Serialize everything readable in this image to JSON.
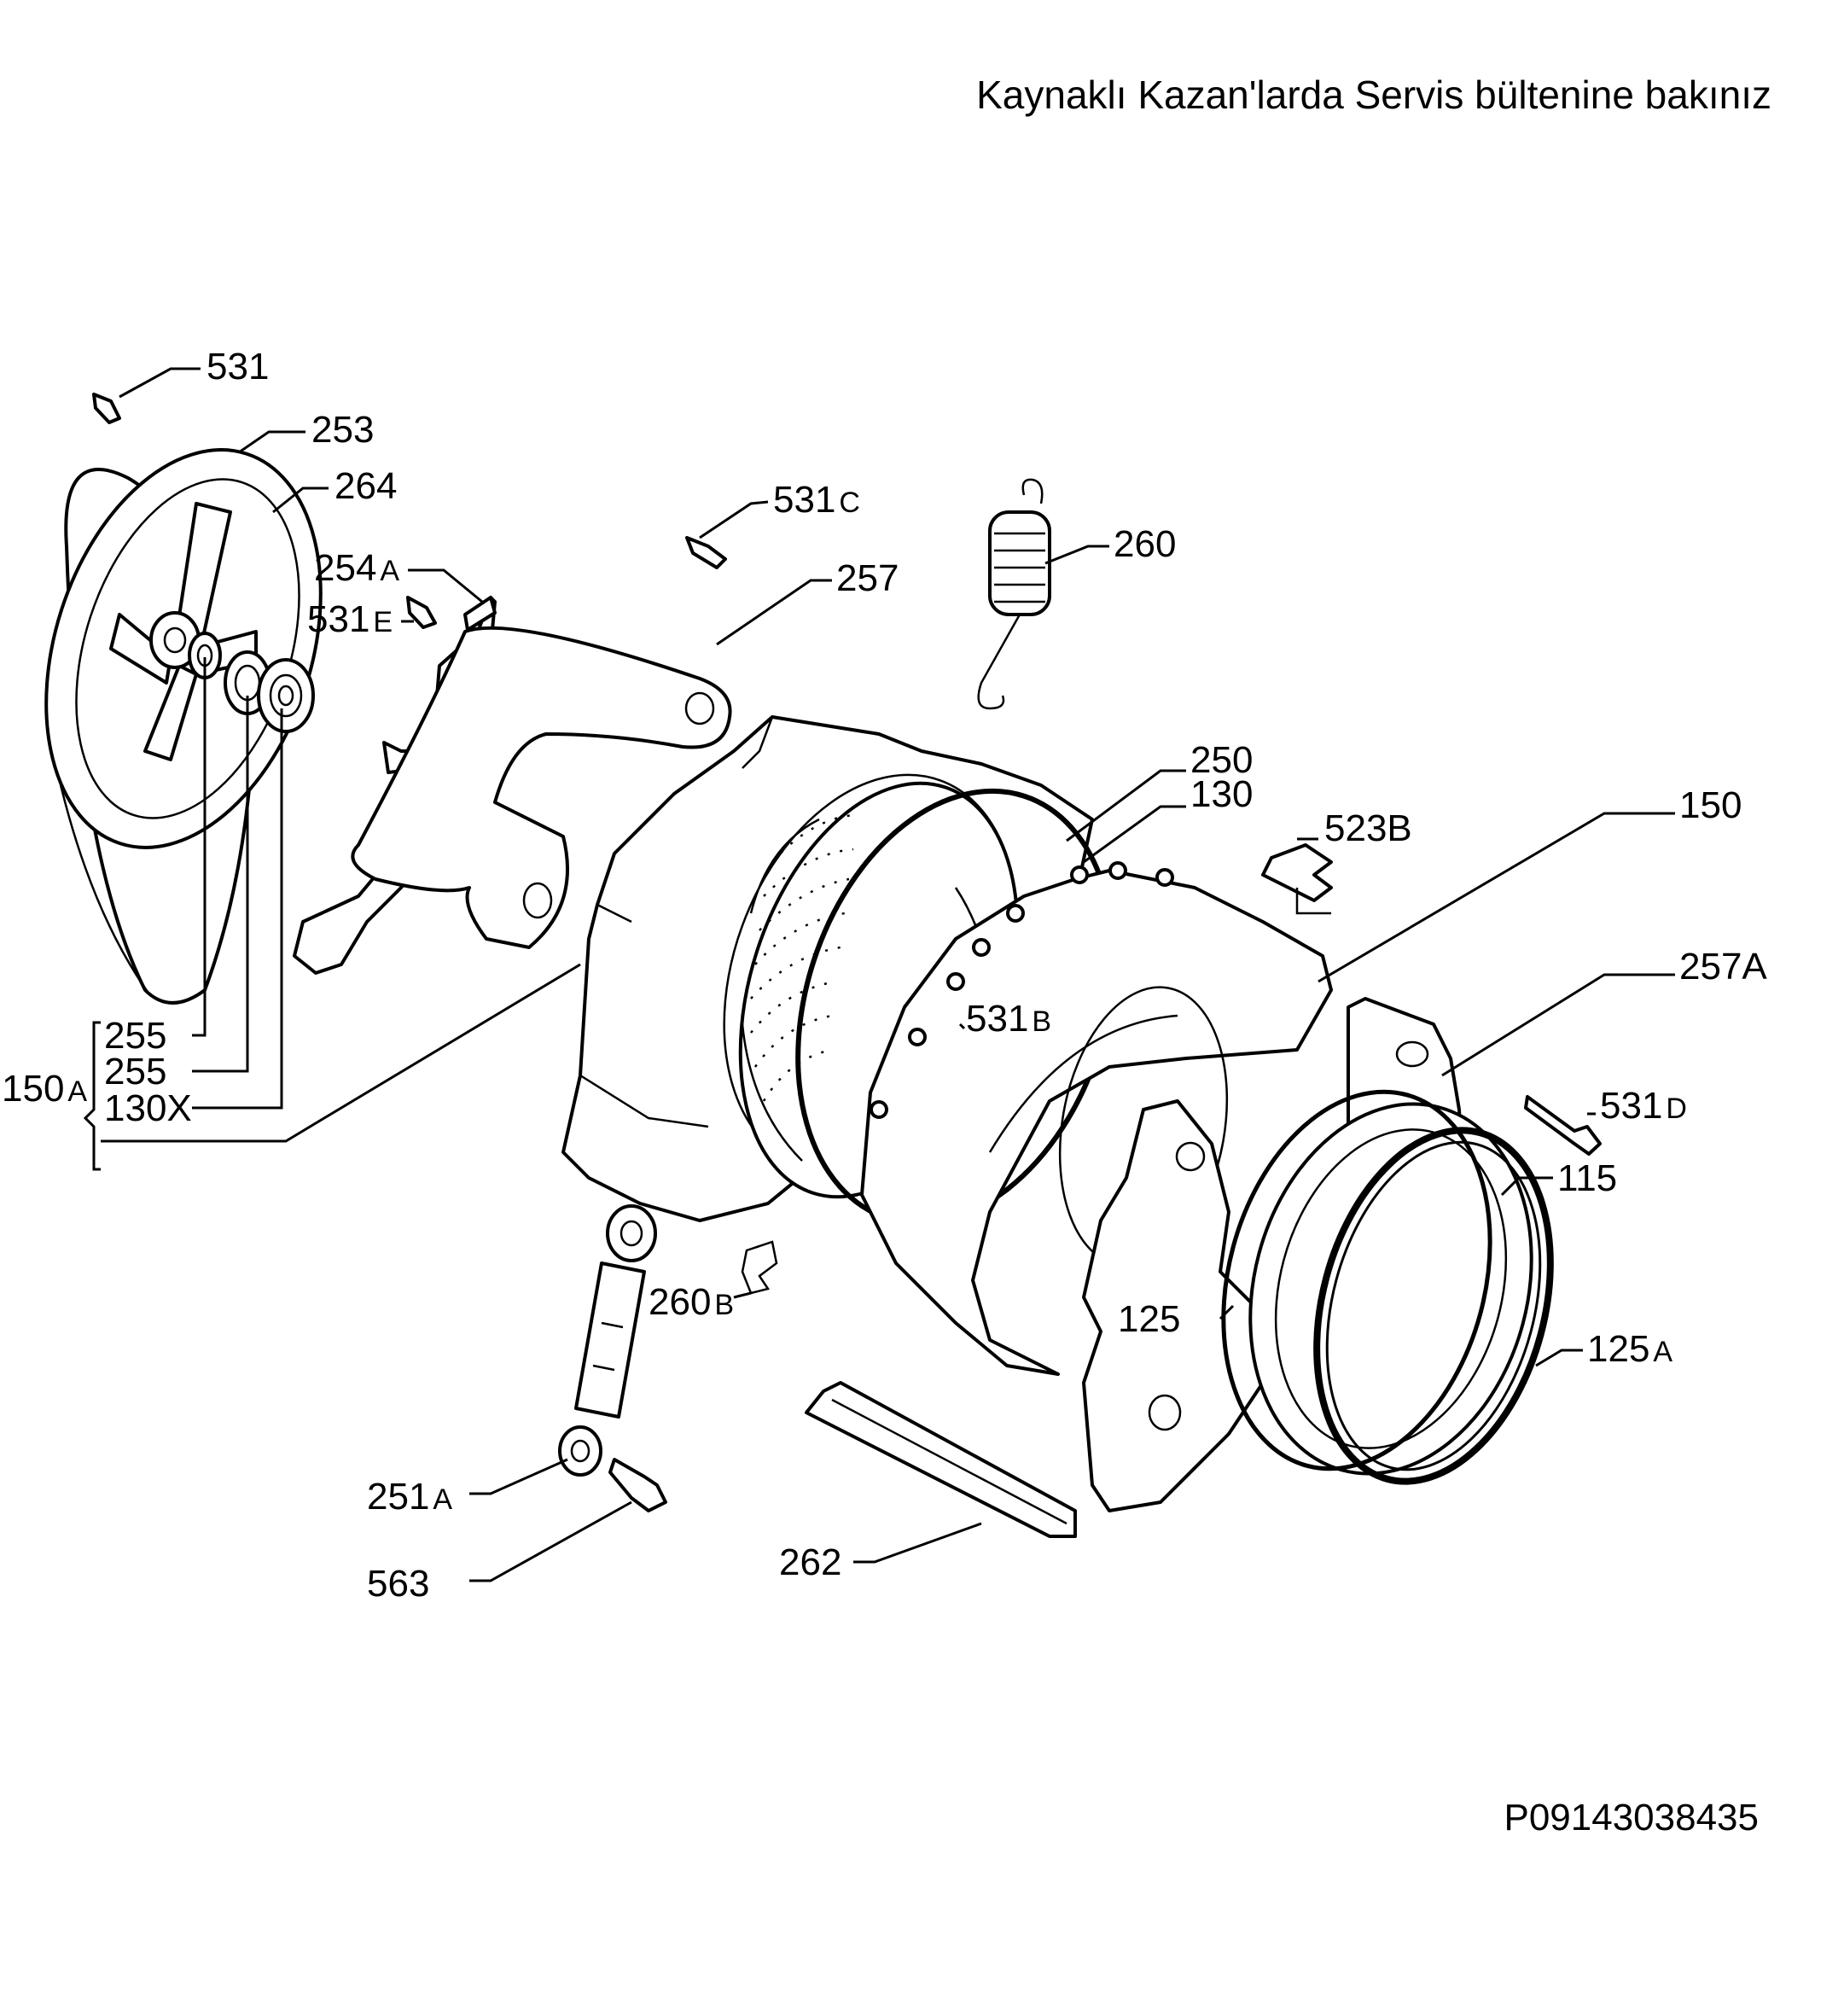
{
  "header": {
    "note": "Kaynaklı Kazan'larda Servis bültenine bakınız"
  },
  "footer": {
    "code": "P09143038435"
  },
  "labels": {
    "p531": {
      "num": "531",
      "suffix": ""
    },
    "p253": {
      "num": "253",
      "suffix": ""
    },
    "p264": {
      "num": "264",
      "suffix": ""
    },
    "p254A": {
      "num": "254",
      "suffix": "A"
    },
    "p531E": {
      "num": "531",
      "suffix": "E"
    },
    "p531C": {
      "num": "531",
      "suffix": "C"
    },
    "p257": {
      "num": "257",
      "suffix": ""
    },
    "p260": {
      "num": "260",
      "suffix": ""
    },
    "p250": {
      "num": "250",
      "suffix": ""
    },
    "p130": {
      "num": "130",
      "suffix": ""
    },
    "p523B": {
      "num": "523B",
      "suffix": ""
    },
    "p150": {
      "num": "150",
      "suffix": ""
    },
    "p257A": {
      "num": "257A",
      "suffix": ""
    },
    "p531B": {
      "num": "531",
      "suffix": "B"
    },
    "p531D": {
      "num": "531",
      "suffix": "D"
    },
    "p115": {
      "num": "115",
      "suffix": ""
    },
    "p125": {
      "num": "125",
      "suffix": ""
    },
    "p125A": {
      "num": "125",
      "suffix": "A"
    },
    "p255a": {
      "num": "255",
      "suffix": ""
    },
    "p255b": {
      "num": "255",
      "suffix": ""
    },
    "p130X": {
      "num": "130X",
      "suffix": ""
    },
    "p150A": {
      "num": "150",
      "suffix": "A"
    },
    "p260B": {
      "num": "260",
      "suffix": "B"
    },
    "p251A": {
      "num": "251",
      "suffix": "A"
    },
    "p563": {
      "num": "563",
      "suffix": ""
    },
    "p262": {
      "num": "262",
      "suffix": ""
    }
  }
}
